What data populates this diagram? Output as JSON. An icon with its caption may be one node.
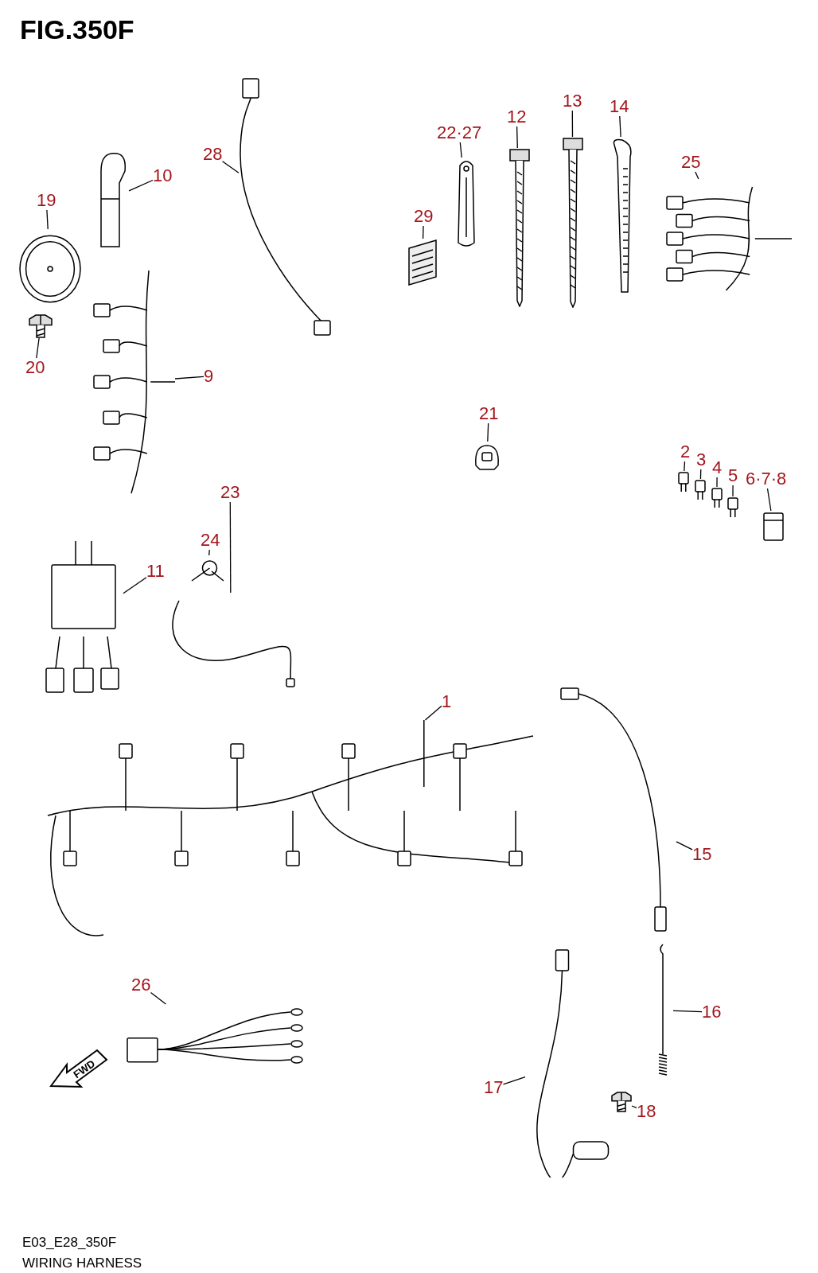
{
  "diagram": {
    "title": "FIG.350F",
    "caption": "WIRING HARNESS",
    "nodes": [
      {
        "text": [
          "28"
        ]
      },
      {
        "text": [],
        "shape": "picture"
      },
      {
        "text": [
          "22·27"
        ]
      },
      {
        "text": [],
        "shape": "picture"
      },
      {
        "text": [
          "12"
        ]
      },
      {
        "text": [],
        "shape": "picture"
      },
      {
        "text": [
          "13"
        ]
      },
      {
        "text": [],
        "shape": "picture"
      },
      {
        "text": [
          "14"
        ]
      },
      {
        "text": [],
        "shape": "picture"
      },
      {
        "text": [
          "25"
        ]
      },
      {
        "text": [],
        "shape": "picture"
      },
      {
        "text": [
          "19"
        ]
      },
      {
        "text": [],
        "shape": "picture"
      },
      {
        "text": [
          "10"
        ]
      },
      {
        "text": [],
        "shape": "picture"
      },
      {
        "text": [
          "9"
        ]
      },
      {
        "text": [],
        "shape": "picture"
      },
      {
        "text": [
          "20"
        ]
      },
      {
        "text": [],
        "shape": "picture"
      },
      {
        "text": [
          "29"
        ]
      },
      {
        "text": [],
        "shape": "picture"
      },
      {
        "text": [
          "21"
        ]
      },
      {
        "text": [],
        "shape": "picture"
      },
      {
        "text": [
          "2"
        ]
      },
      {
        "text": [],
        "shape": "picture"
      },
      {
        "text": [
          "3"
        ]
      },
      {
        "text": [],
        "shape": "picture"
      },
      {
        "text": [
          "4"
        ]
      },
      {
        "text": [],
        "shape": "picture"
      },
      {
        "text": [
          "5"
        ]
      },
      {
        "text": [],
        "shape": "picture"
      },
      {
        "text": [
          "6·7·8"
        ]
      },
      {
        "text": [],
        "shape": "picture"
      },
      {
        "text": [
          "23"
        ]
      },
      {
        "text": [],
        "shape": "picture"
      },
      {
        "text": [
          "24"
        ]
      },
      {
        "text": [],
        "shape": "picture"
      },
      {
        "text": [
          "11"
        ]
      },
      {
        "text": [],
        "shape": "picture"
      },
      {
        "text": [
          "1"
        ]
      },
      {
        "text": [],
        "shape": "picture"
      },
      {
        "text": [
          "15"
        ]
      },
      {
        "text": [],
        "shape": "picture"
      },
      {
        "text": [
          "16"
        ]
      },
      {
        "text": [],
        "shape": "picture"
      },
      {
        "text": [
          "26"
        ]
      },
      {
        "text": [],
        "shape": "picture"
      },
      {
        "text": [
          "17"
        ]
      },
      {
        "text": [],
        "shape": "picture"
      },
      {
        "text": [
          "18"
        ]
      },
      {
        "text": [],
        "shape": "picture"
      }
    ],
    "edges": [
      {
        "from": 0,
        "to": 1,
        "arrow": "none"
      },
      {
        "from": 2,
        "to": 3,
        "arrow": "none"
      },
      {
        "from": 4,
        "to": 5,
        "arrow": "none"
      },
      {
        "from": 6,
        "to": 7,
        "arrow": "none"
      },
      {
        "from": 8,
        "to": 9,
        "arrow": "none"
      },
      {
        "from": 10,
        "to": 11,
        "arrow": "none"
      },
      {
        "from": 12,
        "to": 13,
        "arrow": "none"
      },
      {
        "from": 14,
        "to": 15,
        "arrow": "none"
      },
      {
        "from": 16,
        "to": 17,
        "arrow": "none"
      },
      {
        "from": 18,
        "to": 19,
        "arrow": "none"
      },
      {
        "from": 20,
        "to": 21,
        "arrow": "none"
      },
      {
        "from": 22,
        "to": 23,
        "arrow": "none"
      },
      {
        "from": 24,
        "to": 25,
        "arrow": "none"
      },
      {
        "from": 26,
        "to": 27,
        "arrow": "none"
      },
      {
        "from": 28,
        "to": 29,
        "arrow": "none"
      },
      {
        "from": 30,
        "to": 31,
        "arrow": "none"
      },
      {
        "from": 32,
        "to": 33,
        "arrow": "none"
      },
      {
        "from": 34,
        "to": 35,
        "arrow": "none"
      },
      {
        "from": 36,
        "to": 37,
        "arrow": "none"
      },
      {
        "from": 38,
        "to": 39,
        "arrow": "none"
      },
      {
        "from": 40,
        "to": 41,
        "arrow": "none"
      },
      {
        "from": 42,
        "to": 43,
        "arrow": "none"
      },
      {
        "from": 44,
        "to": 45,
        "arrow": "none"
      },
      {
        "from": 46,
        "to": 47,
        "arrow": "none"
      },
      {
        "from": 48,
        "to": 49,
        "arrow": "none"
      },
      {
        "from": 50,
        "to": 51,
        "arrow": "none"
      }
    ],
    "labels": [
      "FWD",
      "E03_E28_350F"
    ]
  }
}
